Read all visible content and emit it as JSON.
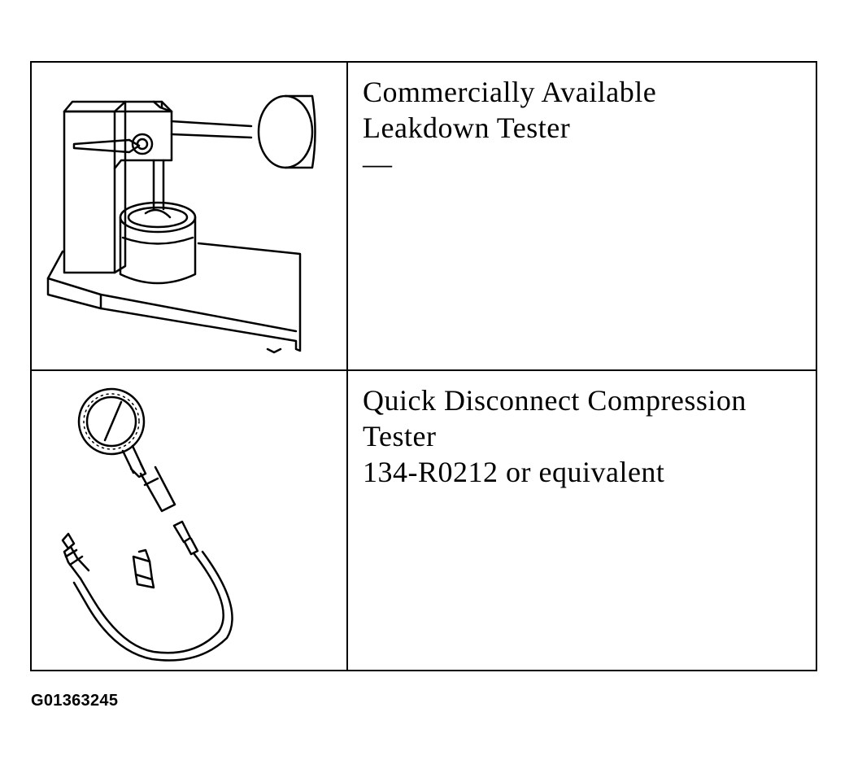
{
  "tools": [
    {
      "illustration_icon": "leakdown-tester-icon",
      "name_lines": [
        "Commercially Available",
        "Leakdown Tester"
      ],
      "part_number": "—"
    },
    {
      "illustration_icon": "compression-tester-icon",
      "name_lines": [
        "Quick Disconnect Compression",
        "Tester"
      ],
      "part_number": "134-R0212 or equivalent"
    }
  ],
  "figure_code": "G01363245"
}
